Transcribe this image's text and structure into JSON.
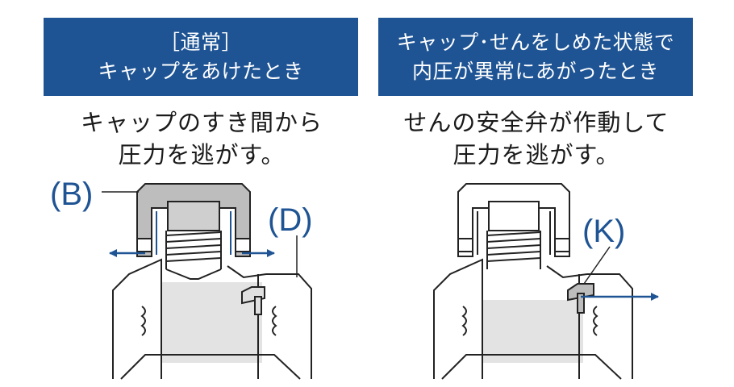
{
  "left_panel": {
    "header_line1": "［通常］",
    "header_line2": "キャップをあけたとき",
    "caption_line1": "キャップのすき間から",
    "caption_line2": "圧力を逃がす。",
    "callouts": {
      "b": "(B)",
      "d": "(D)"
    }
  },
  "right_panel": {
    "header_line1": "キャップ･せんをしめた状態で",
    "header_line2": "内圧が異常にあがったとき",
    "caption_line1": "せんの安全弁が作動して",
    "caption_line2": "圧力を逃がす。",
    "callouts": {
      "k": "(K)"
    }
  },
  "colors": {
    "header_bg": "#1f5494",
    "callout": "#1f5494",
    "cap_fill": "#bdbdbd",
    "liquid_fill": "#e3e3e3",
    "outline": "#222222"
  }
}
